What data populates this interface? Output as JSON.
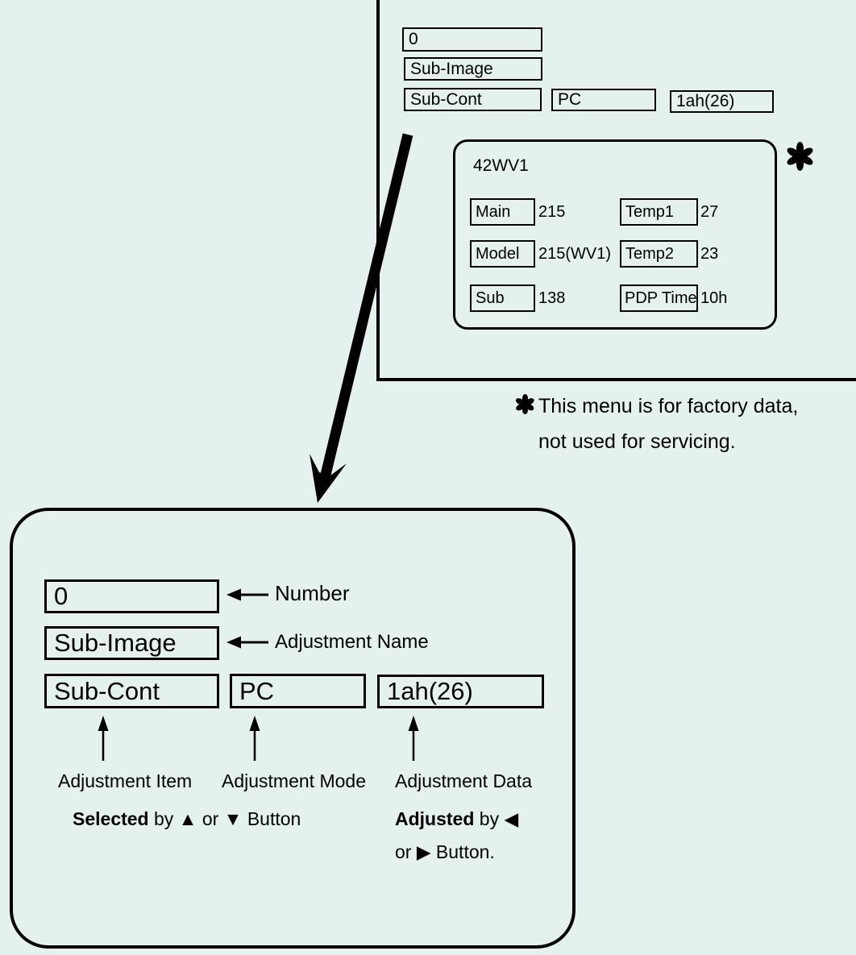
{
  "colors": {
    "background": "#e4f1ef",
    "line": "#000000"
  },
  "osd_screen": {
    "number": "0",
    "adjustment_name": "Sub-Image",
    "adjustment_item": "Sub-Cont",
    "adjustment_mode": "PC",
    "adjustment_data": "1ah(26)"
  },
  "factory_panel": {
    "title": "42WV1",
    "asterisk_symbol": "✽",
    "left_rows": [
      {
        "label": "Main",
        "value": "215"
      },
      {
        "label": "Model",
        "value": "215(WV1)"
      },
      {
        "label": "Sub",
        "value": "138"
      }
    ],
    "right_rows": [
      {
        "label": "Temp1",
        "value": "27"
      },
      {
        "label": "Temp2",
        "value": "23"
      },
      {
        "label": "PDP Time",
        "value": "10h"
      }
    ]
  },
  "factory_note": {
    "asterisk_symbol": "✽",
    "line1": "This menu is for factory data,",
    "line2": "not used for servicing."
  },
  "magnified": {
    "number": "0",
    "adjustment_name": "Sub-Image",
    "adjustment_item": "Sub-Cont",
    "adjustment_mode": "PC",
    "adjustment_data": "1ah(26)",
    "labels": {
      "number": "Number",
      "name": "Adjustment Name",
      "item": "Adjustment Item",
      "mode": "Adjustment Mode",
      "data": "Adjustment Data"
    },
    "selected_bold": "Selected",
    "selected_rest": " by ▲ or ▼ Button",
    "adjusted_bold": "Adjusted",
    "adjusted_rest": " by ◀",
    "adjusted_line2": "or ▶ Button."
  }
}
